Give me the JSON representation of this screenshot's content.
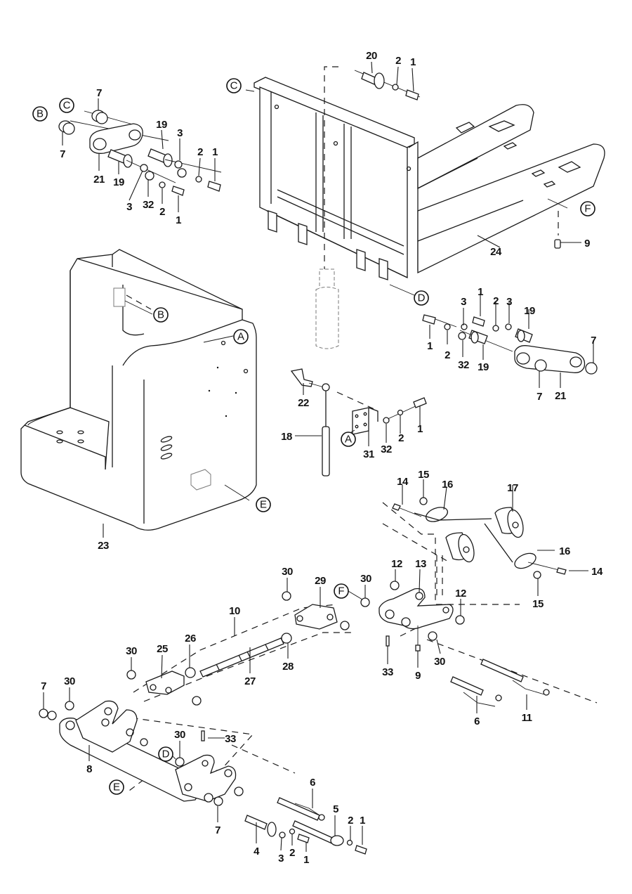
{
  "diagram": {
    "title": "Exploded parts diagram — frame, forks and lift linkage",
    "colors": {
      "line": "#1a1a1a",
      "background": "#ffffff"
    },
    "callouts": [
      {
        "id": "c20",
        "text": "20"
      },
      {
        "id": "c2a",
        "text": "2"
      },
      {
        "id": "c1a",
        "text": "1"
      },
      {
        "id": "c7a",
        "text": "7"
      },
      {
        "id": "c7b",
        "text": "7"
      },
      {
        "id": "c19a",
        "text": "19"
      },
      {
        "id": "c3a",
        "text": "3"
      },
      {
        "id": "c2b",
        "text": "2"
      },
      {
        "id": "c1b",
        "text": "1"
      },
      {
        "id": "c21a",
        "text": "21"
      },
      {
        "id": "c19b",
        "text": "19"
      },
      {
        "id": "c3b",
        "text": "3"
      },
      {
        "id": "c32a",
        "text": "32"
      },
      {
        "id": "c2c",
        "text": "2"
      },
      {
        "id": "c1c",
        "text": "1"
      },
      {
        "id": "c24",
        "text": "24"
      },
      {
        "id": "c9a",
        "text": "9"
      },
      {
        "id": "c1d",
        "text": "1"
      },
      {
        "id": "c2d",
        "text": "2"
      },
      {
        "id": "c3c",
        "text": "3"
      },
      {
        "id": "c32b",
        "text": "32"
      },
      {
        "id": "c1e",
        "text": "1"
      },
      {
        "id": "c2e",
        "text": "2"
      },
      {
        "id": "c3d",
        "text": "3"
      },
      {
        "id": "c19c",
        "text": "19"
      },
      {
        "id": "c19d",
        "text": "19"
      },
      {
        "id": "c7c",
        "text": "7"
      },
      {
        "id": "c7d",
        "text": "7"
      },
      {
        "id": "c21b",
        "text": "21"
      },
      {
        "id": "c22",
        "text": "22"
      },
      {
        "id": "c18",
        "text": "18"
      },
      {
        "id": "c31",
        "text": "31"
      },
      {
        "id": "c32c",
        "text": "32"
      },
      {
        "id": "c2f",
        "text": "2"
      },
      {
        "id": "c1f",
        "text": "1"
      },
      {
        "id": "c23",
        "text": "23"
      },
      {
        "id": "c14a",
        "text": "14"
      },
      {
        "id": "c15a",
        "text": "15"
      },
      {
        "id": "c16a",
        "text": "16"
      },
      {
        "id": "c17",
        "text": "17"
      },
      {
        "id": "c16b",
        "text": "16"
      },
      {
        "id": "c14b",
        "text": "14"
      },
      {
        "id": "c15b",
        "text": "15"
      },
      {
        "id": "c30a",
        "text": "30"
      },
      {
        "id": "c29",
        "text": "29"
      },
      {
        "id": "c30b",
        "text": "30"
      },
      {
        "id": "c12a",
        "text": "12"
      },
      {
        "id": "c13",
        "text": "13"
      },
      {
        "id": "c12b",
        "text": "12"
      },
      {
        "id": "c10",
        "text": "10"
      },
      {
        "id": "c30c",
        "text": "30"
      },
      {
        "id": "c25",
        "text": "25"
      },
      {
        "id": "c26",
        "text": "26"
      },
      {
        "id": "c27",
        "text": "27"
      },
      {
        "id": "c28",
        "text": "28"
      },
      {
        "id": "c33a",
        "text": "33"
      },
      {
        "id": "c9b",
        "text": "9"
      },
      {
        "id": "c30d",
        "text": "30"
      },
      {
        "id": "c6a",
        "text": "6"
      },
      {
        "id": "c11",
        "text": "11"
      },
      {
        "id": "c7e",
        "text": "7"
      },
      {
        "id": "c30e",
        "text": "30"
      },
      {
        "id": "c30f",
        "text": "30"
      },
      {
        "id": "c33b",
        "text": "33"
      },
      {
        "id": "c8",
        "text": "8"
      },
      {
        "id": "c6b",
        "text": "6"
      },
      {
        "id": "c5",
        "text": "5"
      },
      {
        "id": "c2g",
        "text": "2"
      },
      {
        "id": "c1g",
        "text": "1"
      },
      {
        "id": "c7f",
        "text": "7"
      },
      {
        "id": "c4",
        "text": "4"
      },
      {
        "id": "c3e",
        "text": "3"
      },
      {
        "id": "c2h",
        "text": "2"
      },
      {
        "id": "c1h",
        "text": "1"
      }
    ],
    "reference_markers": [
      {
        "id": "rB1",
        "letter": "B"
      },
      {
        "id": "rC1",
        "letter": "C"
      },
      {
        "id": "rC2",
        "letter": "C"
      },
      {
        "id": "rF1",
        "letter": "F"
      },
      {
        "id": "rD1",
        "letter": "D"
      },
      {
        "id": "rB2",
        "letter": "B"
      },
      {
        "id": "rA1",
        "letter": "A"
      },
      {
        "id": "rA2",
        "letter": "A"
      },
      {
        "id": "rE1",
        "letter": "E"
      },
      {
        "id": "rF2",
        "letter": "F"
      },
      {
        "id": "rD2",
        "letter": "D"
      },
      {
        "id": "rE2",
        "letter": "E"
      }
    ]
  }
}
